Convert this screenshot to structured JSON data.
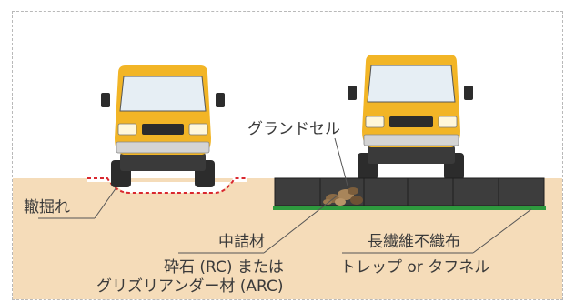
{
  "labels": {
    "grand_cell": "グランドセル",
    "rut": "轍掘れ",
    "infill": "中詰材",
    "gravel_line1": "砕石 (RC) または",
    "gravel_line2": "グリズリアンダー材 (ARC)",
    "geotextile": "長繊維不織布",
    "geotextile_types": "トレップ or タフネル"
  },
  "colors": {
    "ground": "#f5dcb9",
    "truck_body": "#f2b526",
    "cell_panel": "#3d3d3d",
    "geotextile": "#2e9a3e",
    "rut_outline": "#d9282f",
    "leader_line": "#555555",
    "gravel": "#8a6a45"
  }
}
